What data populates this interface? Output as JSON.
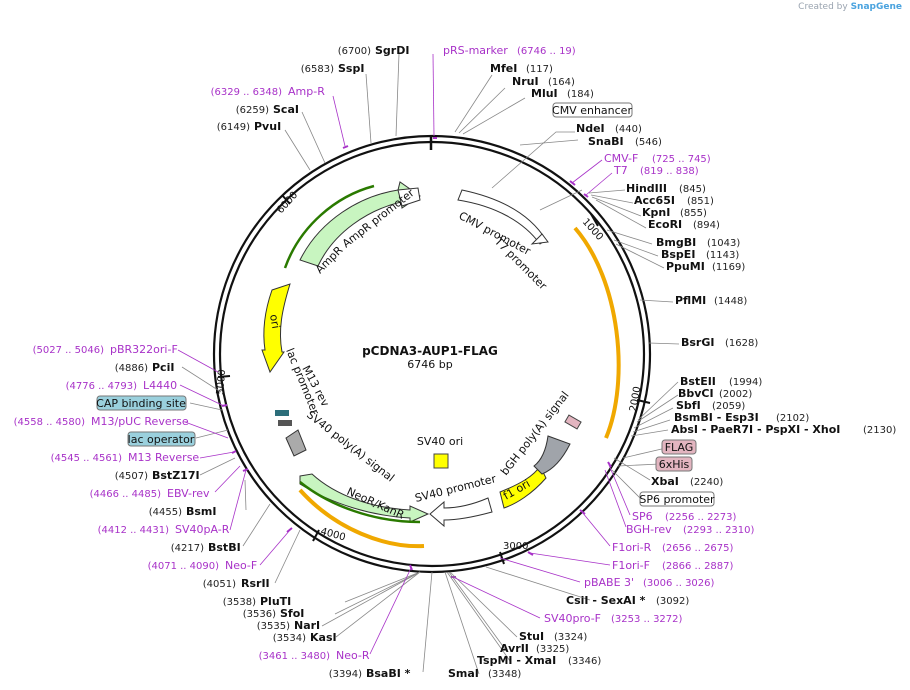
{
  "credit": {
    "prefix": "Created by",
    "brand": "SnapGene"
  },
  "plasmid": {
    "name": "pCDNA3-AUP1-FLAG",
    "size": "6746 bp"
  },
  "ticks": [
    "1000",
    "2000",
    "3000",
    "4000",
    "5000",
    "6000"
  ],
  "enzymes_right": [
    {
      "name": "MfeI",
      "pos": "(117)"
    },
    {
      "name": "NruI",
      "pos": "(164)"
    },
    {
      "name": "MluI",
      "pos": "(184)"
    },
    {
      "name": "NdeI",
      "pos": "(440)"
    },
    {
      "name": "SnaBI",
      "pos": "(546)"
    },
    {
      "name": "HindIII",
      "pos": "(845)"
    },
    {
      "name": "Acc65I",
      "pos": "(851)"
    },
    {
      "name": "KpnI",
      "pos": "(855)"
    },
    {
      "name": "EcoRI",
      "pos": "(894)"
    },
    {
      "name": "BmgBI",
      "pos": "(1043)"
    },
    {
      "name": "BspEI",
      "pos": "(1143)"
    },
    {
      "name": "PpuMI",
      "pos": "(1169)"
    },
    {
      "name": "PflMI",
      "pos": "(1448)"
    },
    {
      "name": "BsrGI",
      "pos": "(1628)"
    },
    {
      "name": "BstEII",
      "pos": "(1994)"
    },
    {
      "name": "BbvCI",
      "pos": "(2002)"
    },
    {
      "name": "SbfI",
      "pos": "(2059)"
    },
    {
      "name": "BsmBI - Esp3I",
      "pos": "(2102)"
    },
    {
      "name": "AbsI - PaeR7I - PspXI - XhoI",
      "pos": "(2130)"
    },
    {
      "name": "XbaI",
      "pos": "(2240)"
    }
  ],
  "enzymes_bottom": [
    {
      "name": "CsiI - SexAI *",
      "pos": "(3092)"
    },
    {
      "name": "StuI",
      "pos": "(3324)"
    },
    {
      "name": "AvrII",
      "pos": "(3325)"
    },
    {
      "name": "TspMI - XmaI",
      "pos": "(3346)"
    },
    {
      "name": "SmaI",
      "pos": "(3348)"
    },
    {
      "name": "BsaBI *",
      "pos": "(3394)"
    }
  ],
  "enzymes_left": [
    {
      "name": "SgrDI",
      "pos": "(6700)"
    },
    {
      "name": "SspI",
      "pos": "(6583)"
    },
    {
      "name": "ScaI",
      "pos": "(6259)"
    },
    {
      "name": "PvuI",
      "pos": "(6149)"
    },
    {
      "name": "PciI",
      "pos": "(4886)"
    },
    {
      "name": "BstZ17I",
      "pos": "(4507)"
    },
    {
      "name": "BsmI",
      "pos": "(4455)"
    },
    {
      "name": "BstBI",
      "pos": "(4217)"
    },
    {
      "name": "RsrII",
      "pos": "(4051)"
    },
    {
      "name": "PluTI",
      "pos": "(3538)"
    },
    {
      "name": "SfoI",
      "pos": "(3536)"
    },
    {
      "name": "NarI",
      "pos": "(3535)"
    },
    {
      "name": "KasI",
      "pos": "(3534)"
    }
  ],
  "primers": [
    {
      "name": "pRS-marker",
      "range": "(6746 .. 19)"
    },
    {
      "name": "Amp-R",
      "range": "(6329 .. 6348)"
    },
    {
      "name": "CMV-F",
      "range": "(725 .. 745)"
    },
    {
      "name": "T7",
      "range": "(819 .. 838)"
    },
    {
      "name": "SP6",
      "range": "(2256 .. 2273)"
    },
    {
      "name": "BGH-rev",
      "range": "(2293 .. 2310)"
    },
    {
      "name": "F1ori-R",
      "range": "(2656 .. 2675)"
    },
    {
      "name": "F1ori-F",
      "range": "(2866 .. 2887)"
    },
    {
      "name": "pBABE 3'",
      "range": "(3006 .. 3026)"
    },
    {
      "name": "SV40pro-F",
      "range": "(3253 .. 3272)"
    },
    {
      "name": "Neo-R",
      "range": "(3461 .. 3480)"
    },
    {
      "name": "Neo-F",
      "range": "(4071 .. 4090)"
    },
    {
      "name": "SV40pA-R",
      "range": "(4412 .. 4431)"
    },
    {
      "name": "EBV-rev",
      "range": "(4466 .. 4485)"
    },
    {
      "name": "M13 Reverse",
      "range": "(4545 .. 4561)"
    },
    {
      "name": "M13/pUC Reverse",
      "range": "(4558 .. 4580)"
    },
    {
      "name": "L4440",
      "range": "(4776 .. 4793)"
    },
    {
      "name": "pBR322ori-F",
      "range": "(5027 .. 5046)"
    }
  ],
  "features_boxed": {
    "cmv_enhancer": "CMV enhancer",
    "flag": "FLAG",
    "his": "6xHis",
    "sp6_promoter": "SP6 promoter",
    "cap_site": "CAP binding site",
    "lac_operator": "lac operator"
  },
  "features_inner": {
    "cmv_promoter": "CMV promoter",
    "t7_promoter": "T7 promoter",
    "ampr_promoter": "AmpR promoter",
    "ampr": "AmpR",
    "ori": "ori",
    "lac_promoter": "lac promoter",
    "m13_rev": "M13 rev",
    "sv40_polya": "SV40 poly(A) signal",
    "neor": "NeoR/KanR",
    "sv40_promoter": "SV40 promoter",
    "f1_ori": "f1 ori",
    "bgh_polya": "bGH poly(A) signal",
    "sv40_ori": "SV40 ori"
  },
  "colors": {
    "primer": "#a832c8",
    "promoter": "#ffffff",
    "ampr": "#c8f5c0",
    "ori": "#ffff00",
    "orf_arc": "#f0a800",
    "flag_box": "#e3b5c0",
    "misc_box": "#9ad0dd"
  }
}
